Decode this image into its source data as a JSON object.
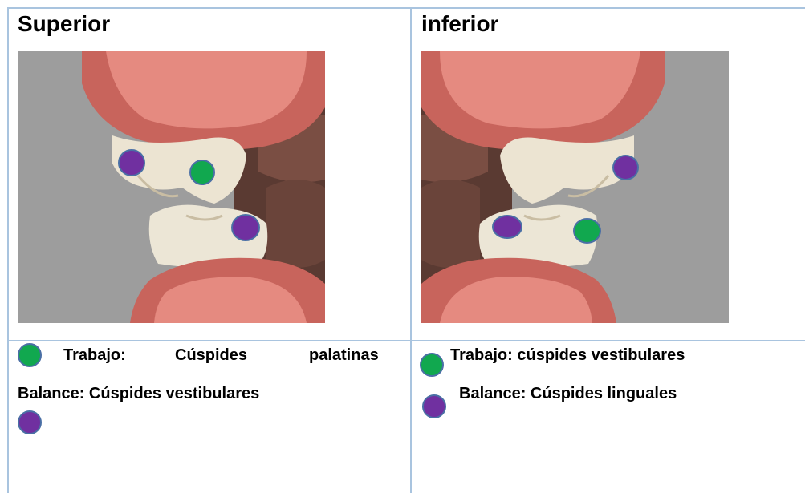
{
  "columns": [
    {
      "title": "Superior"
    },
    {
      "title": "inferior"
    }
  ],
  "legend": {
    "left": {
      "trabajo_label": "Trabajo:",
      "trabajo_w1": "Cúspides",
      "trabajo_w2": "palatinas",
      "balance": "Balance: Cúspides vestibulares"
    },
    "right": {
      "trabajo": "Trabajo: cúspides vestibulares",
      "balance": "Balance: Cúspides linguales"
    }
  },
  "colors": {
    "working_marker": "#11a84f",
    "balancing_marker": "#7030a0",
    "table_border": "#a9c4df",
    "photo_background": "#9d9d9d"
  }
}
